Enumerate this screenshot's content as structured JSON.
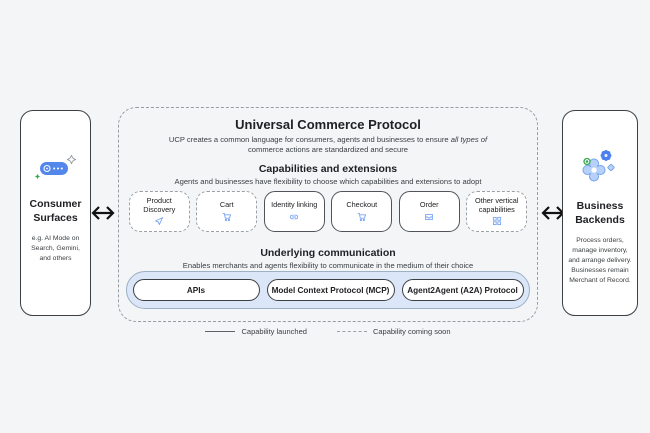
{
  "colors": {
    "background": "#f3f5f7",
    "panel_border": "#3c4043",
    "dashed_border": "#9aa0a6",
    "accent_blue": "#5487ec",
    "icon_blue": "#7aa3f2",
    "light_blue_band": "#dbe7f8",
    "light_blue_gear": "#b7d0fa",
    "green": "#34a853",
    "text_primary": "#202124",
    "text_secondary": "#3c4043"
  },
  "left_panel": {
    "title": "Consumer Surfaces",
    "subtitle": "e.g. AI Mode on Search, Gemini, and others"
  },
  "right_panel": {
    "title": "Business Backends",
    "subtitle": "Process orders, manage inventory, and arrange delivery. Businesses remain Merchant of Record."
  },
  "center": {
    "title": "Universal Commerce Protocol",
    "subtitle_part1": "UCP creates a common language for consumers, agents and businesses to ensure",
    "subtitle_italic": "all types of",
    "subtitle_part2": "commerce actions are standardized and secure",
    "capabilities": {
      "heading": "Capabilities and extensions",
      "subheading": "Agents and businesses have flexibility to choose which capabilities and extensions to adopt",
      "items": [
        {
          "label": "Product Discovery",
          "icon": "send-icon",
          "status": "coming-soon"
        },
        {
          "label": "Cart",
          "icon": "cart-icon",
          "status": "coming-soon"
        },
        {
          "label": "Identity linking",
          "icon": "link-icon",
          "status": "launched"
        },
        {
          "label": "Checkout",
          "icon": "cart-checkout-icon",
          "status": "launched"
        },
        {
          "label": "Order",
          "icon": "orders-icon",
          "status": "launched"
        },
        {
          "label": "Other vertical capabilities",
          "icon": "grid-icon",
          "status": "coming-soon"
        }
      ]
    },
    "communication": {
      "heading": "Underlying communication",
      "subheading": "Enables merchants and agents flexibility to communicate in the medium of their choice",
      "items": [
        "APIs",
        "Model Context Protocol (MCP)",
        "Agent2Agent (A2A) Protocol"
      ]
    }
  },
  "legend": {
    "launched": "Capability launched",
    "coming_soon": "Capability coming soon"
  }
}
